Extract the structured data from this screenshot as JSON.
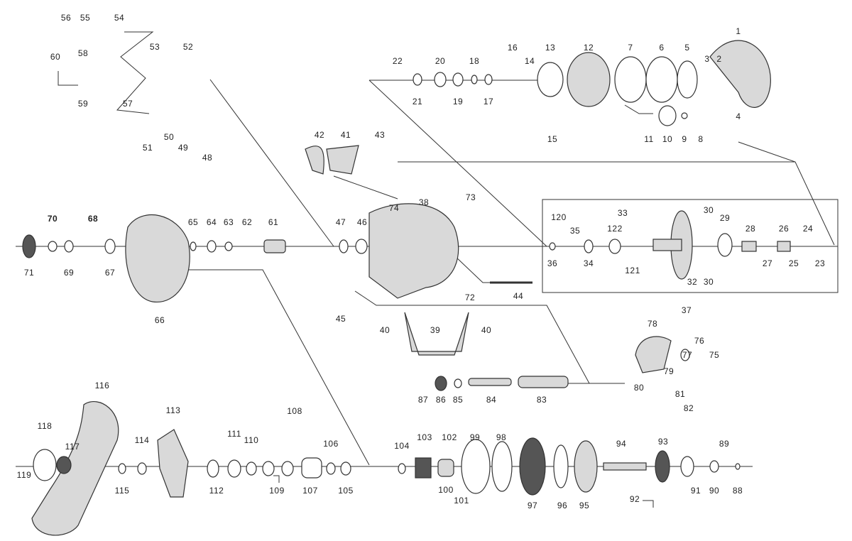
{
  "diagram": {
    "type": "exploded parts diagram",
    "part_numbers": [
      "56",
      "55",
      "54",
      "53",
      "52",
      "58",
      "60",
      "59",
      "57",
      "51",
      "50",
      "49",
      "48",
      "22",
      "21",
      "20",
      "19",
      "18",
      "17",
      "16",
      "14",
      "13",
      "12",
      "15",
      "11",
      "10",
      "9",
      "8",
      "7",
      "6",
      "5",
      "3",
      "2",
      "1",
      "4",
      "42",
      "41",
      "43",
      "73",
      "74",
      "38",
      "47",
      "46",
      "44",
      "45",
      "72",
      "40",
      "39",
      "40",
      "70",
      "68",
      "71",
      "69",
      "67",
      "66",
      "65",
      "64",
      "63",
      "62",
      "61",
      "33",
      "30",
      "29",
      "28",
      "26",
      "24",
      "120",
      "35",
      "122",
      "36",
      "34",
      "121",
      "32",
      "30",
      "27",
      "25",
      "23",
      "37",
      "78",
      "76",
      "77",
      "75",
      "79",
      "80",
      "81",
      "82",
      "87",
      "86",
      "85",
      "84",
      "83",
      "116",
      "113",
      "108",
      "118",
      "117",
      "119",
      "114",
      "115",
      "111",
      "110",
      "112",
      "109",
      "107",
      "106",
      "105",
      "104",
      "103",
      "102",
      "99",
      "98",
      "100",
      "101",
      "97",
      "96",
      "95",
      "94",
      "93",
      "89",
      "92",
      "91",
      "90",
      "88"
    ],
    "colors": {
      "line": "#333333",
      "part_fill": "#d9d9d9",
      "part_dark": "#555555"
    }
  }
}
